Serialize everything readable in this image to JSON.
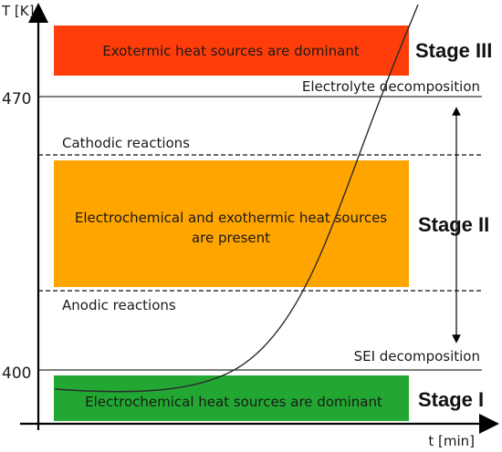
{
  "axes": {
    "y_label": "T [K]",
    "x_label": "t [min]",
    "y_ticks": [
      "470",
      "400"
    ]
  },
  "boxes": [
    {
      "text_lines": [
        "Exotermic heat sources are dominant"
      ],
      "color": "#ff3d0a"
    },
    {
      "text_lines": [
        "Electrochemical and exothermic heat sources",
        "are present"
      ],
      "color": "#ffa500"
    },
    {
      "text_lines": [
        "Electrochemical heat sources are dominant"
      ],
      "color": "#22a832"
    }
  ],
  "stages": [
    "Stage III",
    "Stage II",
    "Stage I"
  ],
  "lines": {
    "electrolyte": "Electrolyte decomposition",
    "cathodic": "Cathodic reactions",
    "anodic": "Anodic reactions",
    "sei": "SEI decomposition"
  },
  "colors": {
    "axis": "#000000",
    "curve": "#2b2b2b"
  }
}
